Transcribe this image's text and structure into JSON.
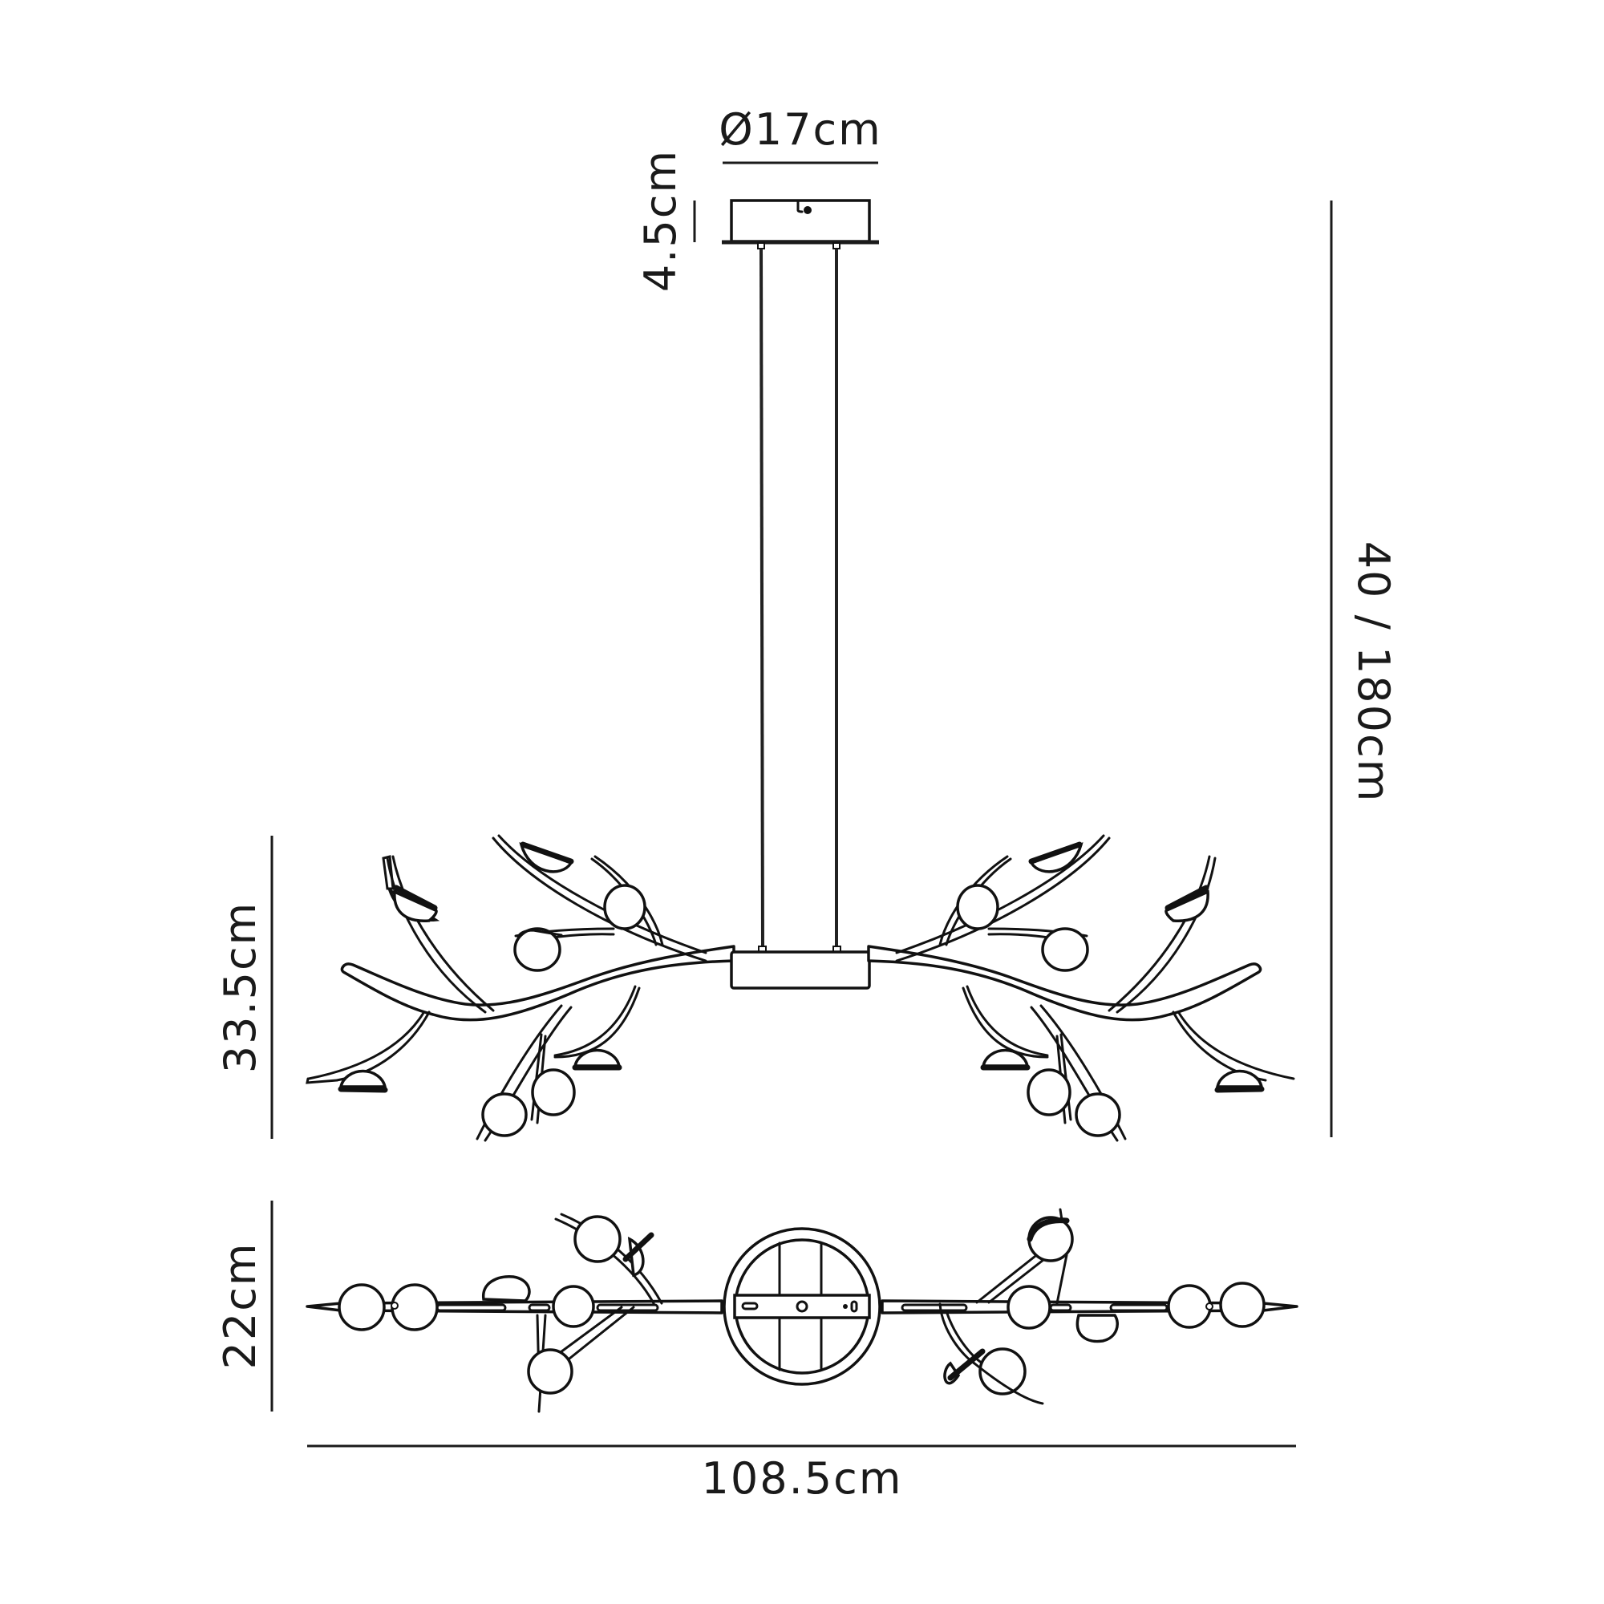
{
  "drawing": {
    "title": "Pendant light fixture technical dimensions",
    "views": [
      "side-elevation",
      "top-plan"
    ],
    "line_color": "#1a1a1a",
    "background": "#ffffff"
  },
  "dimensions": {
    "canopy_diameter": "Ø17cm",
    "canopy_height": "4.5cm",
    "overall_height": "40 / 180cm",
    "fixture_height": "33.5cm",
    "fixture_depth": "22cm",
    "fixture_width": "108.5cm"
  }
}
